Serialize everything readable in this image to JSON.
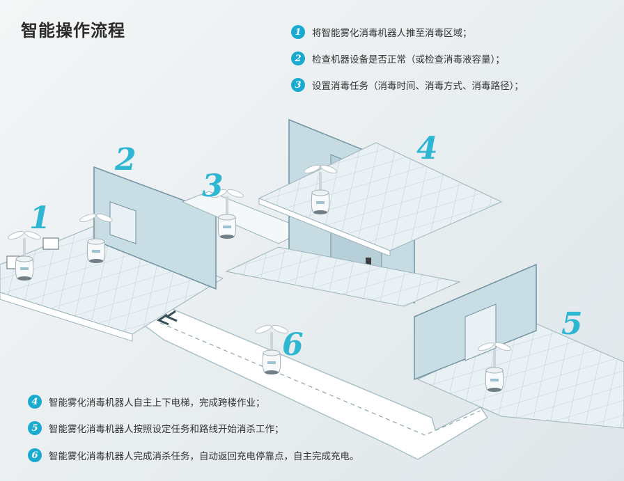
{
  "title": "智能操作流程",
  "steps_top": [
    {
      "num": "1",
      "text": "将智能雾化消毒机器人推至消毒区域；"
    },
    {
      "num": "2",
      "text": "检查机器设备是否正常（或检查消毒液容量）；"
    },
    {
      "num": "3",
      "text": "设置消毒任务（消毒时间、消毒方式、消毒路径）；"
    }
  ],
  "steps_bottom": [
    {
      "num": "4",
      "text": "智能雾化消毒机器人自主上下电梯，完成跨楼作业；"
    },
    {
      "num": "5",
      "text": "智能雾化消毒机器人按照设定任务和路线开始消杀工作；"
    },
    {
      "num": "6",
      "text": "智能雾化消毒机器人完成消杀任务，自动返回充电停靠点，自主完成充电。"
    }
  ],
  "scene_numbers": [
    "1",
    "2",
    "3",
    "4",
    "5",
    "6"
  ],
  "colors": {
    "accent": "#1aa9cf",
    "floor": "#e7f0f3",
    "wall": "#c6dbe2",
    "wall_edge": "#6f93a0"
  }
}
